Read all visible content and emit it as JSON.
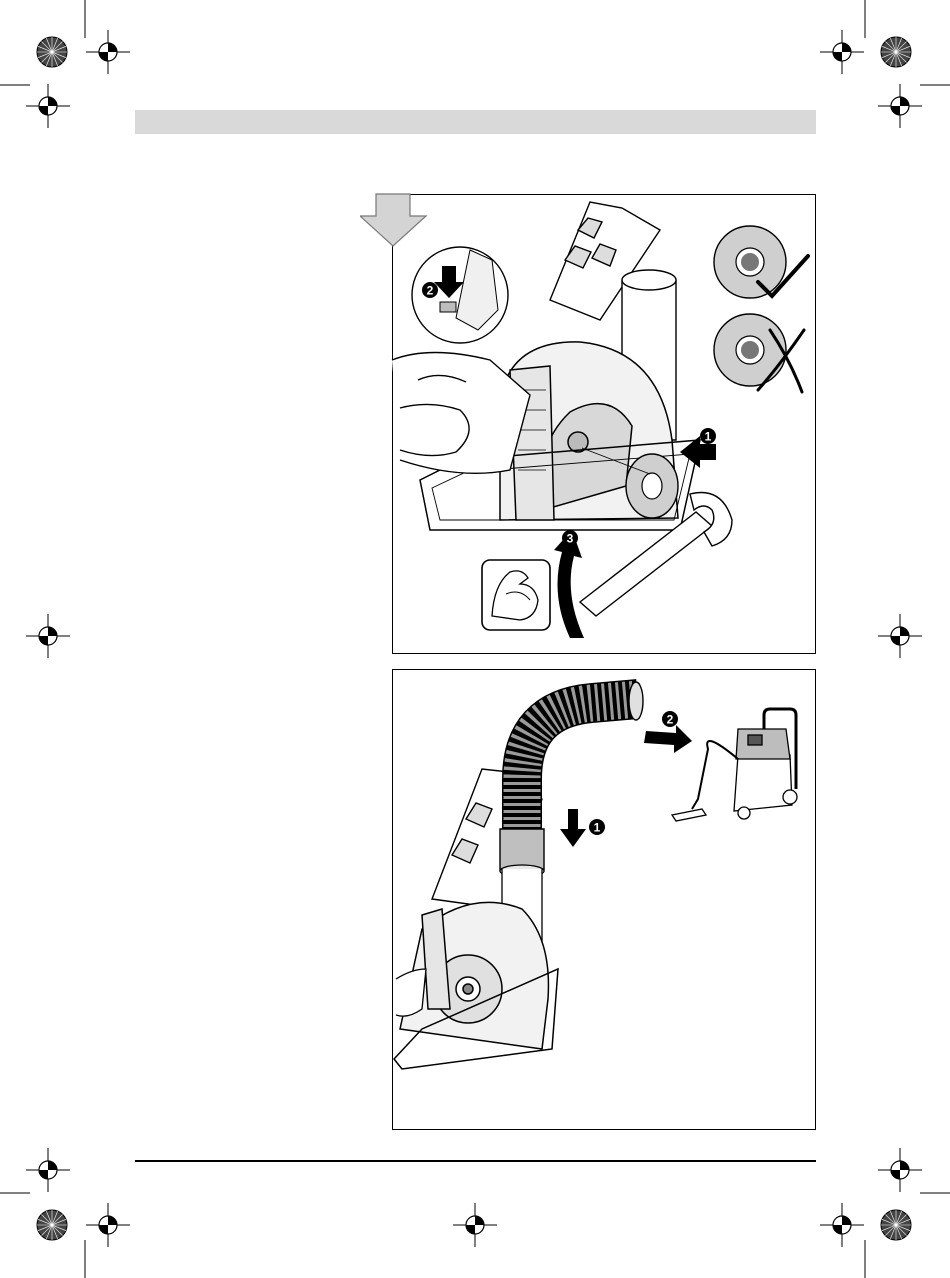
{
  "page": {
    "colors": {
      "header_band": "#d9d9d9",
      "line": "#000000",
      "fill": "#ffffff",
      "shade": "#cfcfcf"
    }
  },
  "figure_top": {
    "step_1": "1",
    "step_2": "2",
    "step_3": "3",
    "icons": [
      "down-arrow-icon",
      "check-icon",
      "cross-icon",
      "strong-arm-icon",
      "curved-arrow-icon"
    ]
  },
  "figure_bottom": {
    "step_1": "1",
    "step_2": "2",
    "icons": [
      "down-arrow-icon",
      "right-arrow-icon",
      "vacuum-cleaner-icon",
      "hose-icon"
    ]
  }
}
